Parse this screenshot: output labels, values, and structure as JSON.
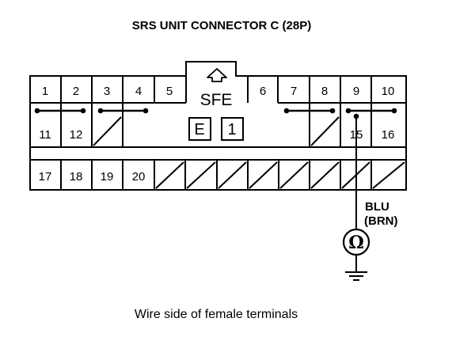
{
  "title": "SRS UNIT CONNECTOR C (28P)",
  "connector": {
    "row1": [
      "1",
      "2",
      "3",
      "4",
      "5",
      "6",
      "7",
      "8",
      "9",
      "10"
    ],
    "row2_left": [
      "11",
      "12"
    ],
    "row2_right": [
      "15",
      "16"
    ],
    "row3": [
      "17",
      "18",
      "19",
      "20"
    ],
    "sfe_label": "SFE",
    "box_e": "E",
    "box_1": "1"
  },
  "wire": {
    "color_line1": "BLU",
    "color_line2": "(BRN)"
  },
  "meter_symbol": "Ω",
  "caption": "Wire side of female terminals",
  "icons": [
    "lock-tab-arrow-icon",
    "ohmmeter-icon",
    "ground-icon"
  ]
}
